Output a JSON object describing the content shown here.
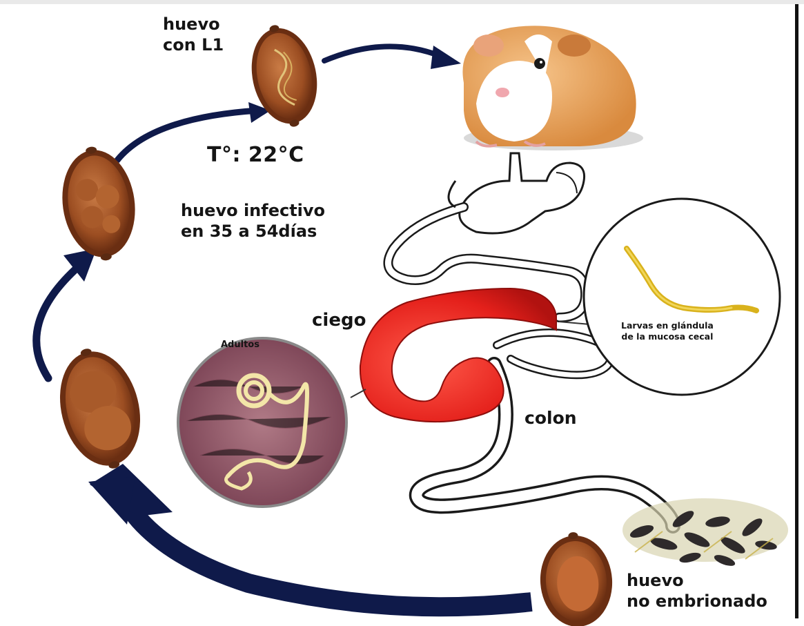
{
  "labels": {
    "egg_l1": [
      "huevo",
      "con L1"
    ],
    "temperature": "T°: 22°C",
    "infective": [
      "huevo infectivo",
      "en 35 a 54días"
    ],
    "cecum": "ciego",
    "colon": "colon",
    "adults": "Adultos",
    "larvae": [
      "Larvas en glándula",
      "de la mucosa cecal"
    ],
    "unembryonated": [
      "huevo",
      "no embrionado"
    ]
  },
  "icons": {
    "host": "guinea-pig-icon",
    "egg": "egg-icon",
    "digestive_tract": "digestive-tract-icon",
    "adult_worm": "adult-worm-icon",
    "larva": "larva-icon",
    "feces": "feces-icon",
    "arrow": "cycle-arrow-icon"
  },
  "colors": {
    "arrow": "#0f1a4a",
    "cecum": "#e4201b",
    "egg_shell": "#7a3a1a",
    "egg_inner": "#b5612c",
    "larva": "#d9b21c",
    "adult_tissue": "#8e5668",
    "adult_worm": "#f3e6a8",
    "feces": "#2e2a2b",
    "guinea_pig_orange": "#e29a52"
  }
}
